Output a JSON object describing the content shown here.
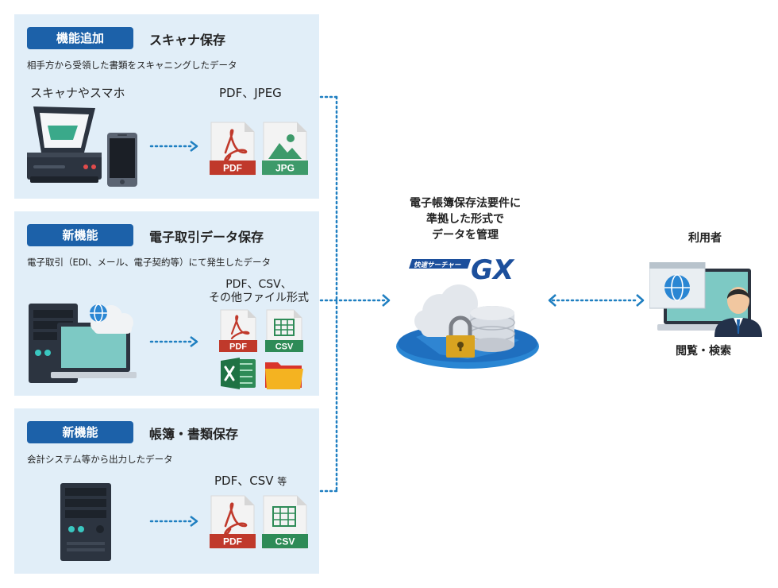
{
  "panels": [
    {
      "badge": "機能追加",
      "title": "スキャナ保存",
      "description": "相手方から受領した書類をスキャニングしたデータ",
      "source_label": "スキャナやスマホ",
      "format_label": "PDF、JPEG",
      "file_icons": [
        "PDF",
        "JPG"
      ]
    },
    {
      "badge": "新機能",
      "title": "電子取引データ保存",
      "description": "電子取引（EDI、メール、電子契約等）にて発生したデータ",
      "format_label_lines": [
        "PDF、CSV、",
        "その他ファイル形式"
      ],
      "file_icons": [
        "PDF",
        "CSV"
      ]
    },
    {
      "badge": "新機能",
      "title": "帳簿・書類保存",
      "description": "会計システム等から出力したデータ",
      "format_label": "PDF、CSV",
      "format_label_suffix": "等",
      "file_icons": [
        "PDF",
        "CSV"
      ]
    }
  ],
  "center": {
    "lines": [
      "電子帳簿保存法要件に",
      "準拠した形式で",
      "データを管理"
    ],
    "logo_small": "快速サーチャー",
    "logo_big": "GX"
  },
  "user": {
    "title": "利用者",
    "caption": "閲覧・検索"
  },
  "colors": {
    "panel_bg": "#e1eef8",
    "badge_bg": "#1c61a9",
    "connector": "#1f7fc1",
    "pdf_red": "#c0392b",
    "jpg_green": "#3d9a6a",
    "csv_green": "#2e8b57"
  }
}
